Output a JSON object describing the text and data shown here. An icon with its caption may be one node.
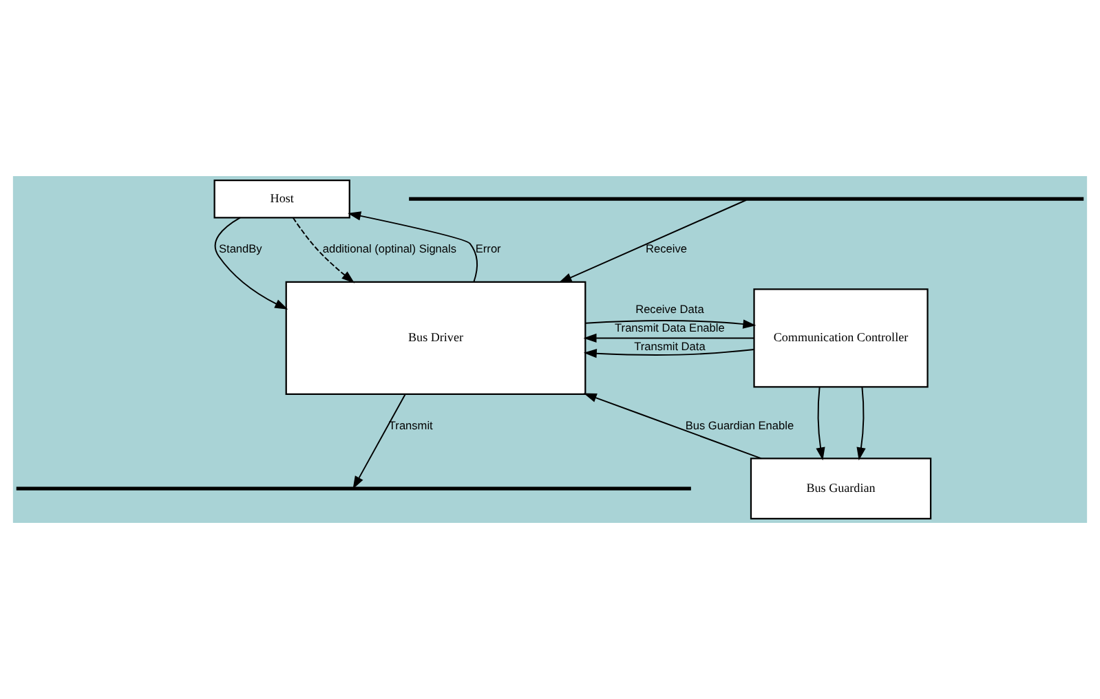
{
  "diagram": {
    "nodes": [
      {
        "text": [
          "Host"
        ]
      },
      {
        "text": [
          "Bus Driver"
        ]
      },
      {
        "text": [
          "Communication Controller"
        ]
      },
      {
        "text": [
          "Bus Guardian"
        ]
      },
      {
        "text": [],
        "shape": "bar"
      },
      {
        "text": [],
        "shape": "bar"
      }
    ],
    "edges": [
      {
        "from": 0,
        "to": 1,
        "arrow": "to",
        "label": "StandBy"
      },
      {
        "from": 1,
        "to": 0,
        "arrow": "to",
        "label": "Error"
      },
      {
        "from": 0,
        "to": 1,
        "arrow": "to",
        "label": "additional (optinal) Signals",
        "style": "dashed"
      },
      {
        "from": 1,
        "to": 2,
        "arrow": "to",
        "label": "Receive Data"
      },
      {
        "from": 2,
        "to": 1,
        "arrow": "to",
        "label": "Transmit Data Enable"
      },
      {
        "from": 2,
        "to": 3,
        "arrow": "to"
      },
      {
        "from": 2,
        "to": 1,
        "arrow": "to",
        "label": "Transmit Data"
      },
      {
        "from": 2,
        "to": 3,
        "arrow": "to"
      },
      {
        "from": 3,
        "to": 1,
        "arrow": "to",
        "label": "Bus Guardian Enable"
      },
      {
        "from": 1,
        "to": 5,
        "arrow": "to",
        "label": "Transmit"
      },
      {
        "from": 4,
        "to": 1,
        "arrow": "to",
        "label": "Receive"
      }
    ]
  }
}
